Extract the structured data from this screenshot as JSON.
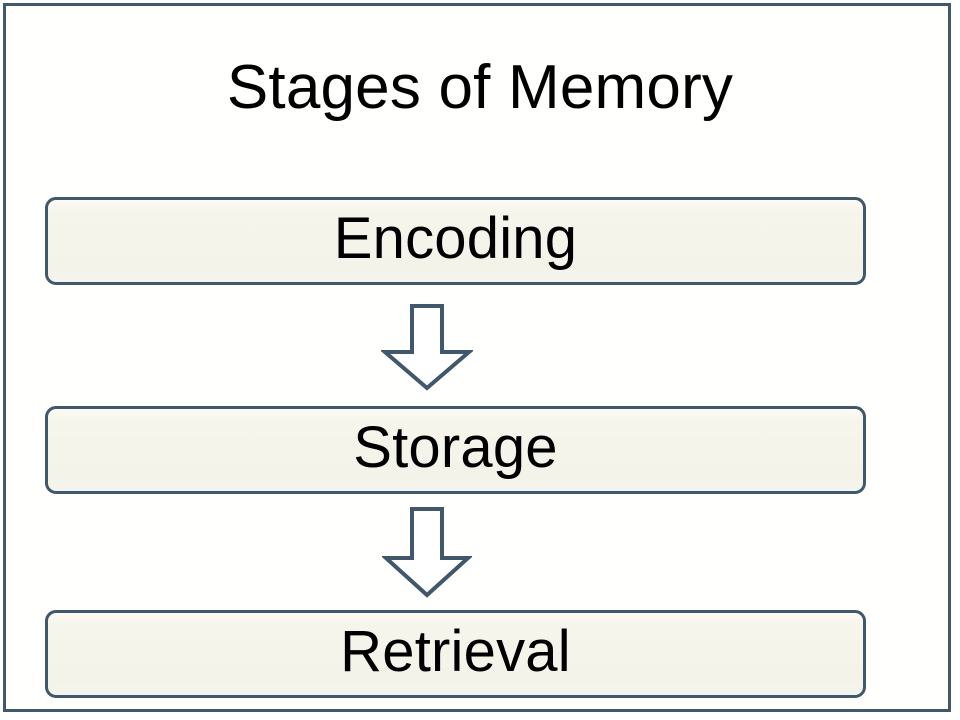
{
  "slide": {
    "title": "Stages of Memory",
    "background_color": "#ffffff",
    "frame_border_color": "#41576b",
    "accent_color": "#41576b",
    "box_fill_color": "#f5f4ec",
    "text_color": "#000000"
  },
  "diagram": {
    "type": "flowchart",
    "orientation": "vertical",
    "stages": [
      {
        "label": "Encoding",
        "order": 1
      },
      {
        "label": "Storage",
        "order": 2
      },
      {
        "label": "Retrieval",
        "order": 3
      }
    ],
    "connectors": [
      {
        "icon": "down-arrow-icon",
        "from": "Encoding",
        "to": "Storage"
      },
      {
        "icon": "down-arrow-icon",
        "from": "Storage",
        "to": "Retrieval"
      }
    ]
  }
}
